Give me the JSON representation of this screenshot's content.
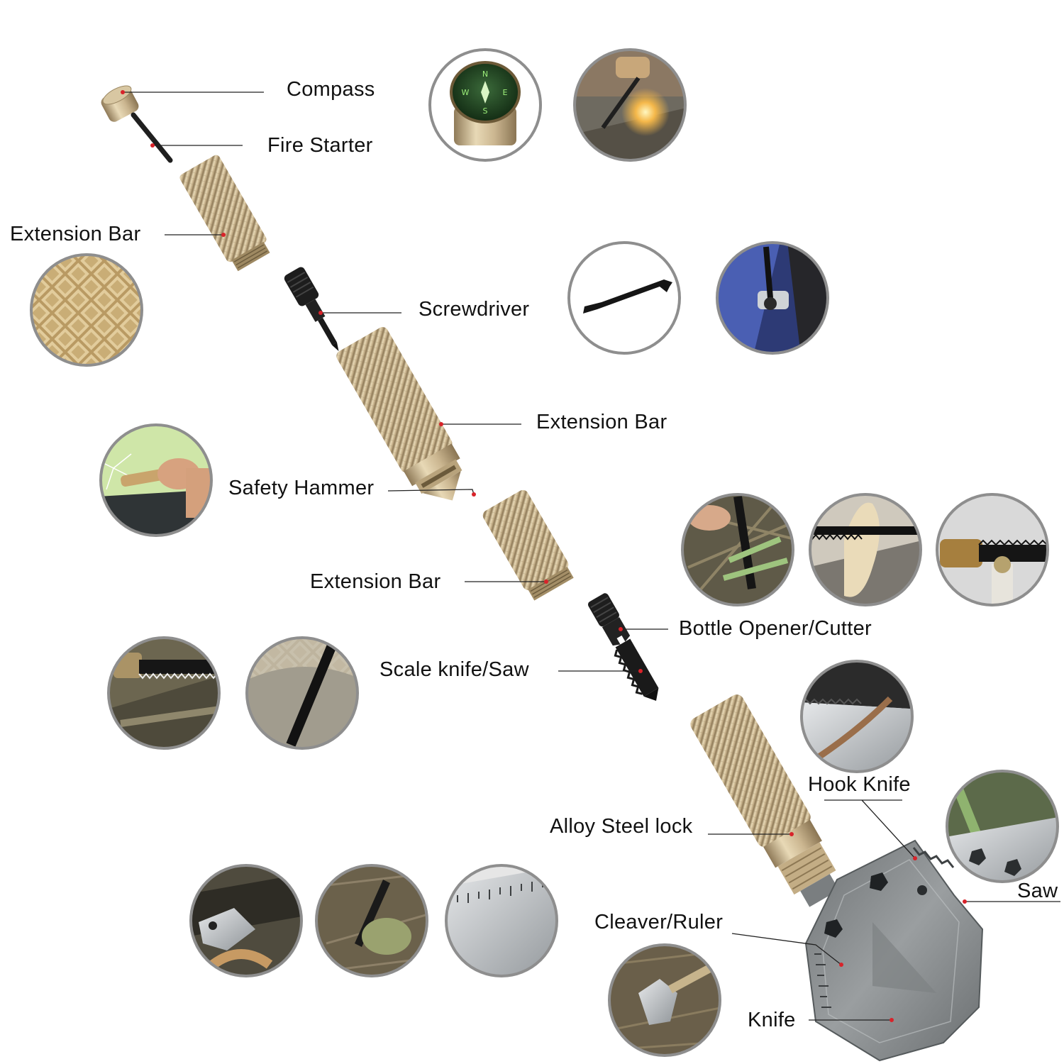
{
  "labels": {
    "compass": "Compass",
    "fire_starter": "Fire Starter",
    "extension_bar_1": "Extension Bar",
    "screwdriver": "Screwdriver",
    "extension_bar_2": "Extension Bar",
    "safety_hammer": "Safety Hammer",
    "extension_bar_3": "Extension Bar",
    "bottle_opener": "Bottle Opener/Cutter",
    "scale_knife_saw": "Scale knife/Saw",
    "hook_knife": "Hook Knife",
    "alloy_steel_lock": "Alloy Steel lock",
    "saw": "Saw",
    "cleaver_ruler": "Cleaver/Ruler",
    "knife": "Knife"
  },
  "colors": {
    "anodized_gold": "#c8b48c",
    "steel_blade": "#8a8e90",
    "black_tool": "#1c1c1c",
    "leader_dot": "#d8232a",
    "photo_ring": "#8e8e8e"
  },
  "photos": [
    "compass-closeup",
    "fire-starter-spark",
    "knurled-grip-texture",
    "screwdriver-bit",
    "screwdriver-in-use",
    "safety-hammer-glass",
    "saw-cutting-sticks",
    "sawing-wood",
    "opening-bottle",
    "saw-on-branch",
    "scaling-fish",
    "hook-knife-cutting-rope",
    "saw-edge-on-tree",
    "shovel-cleaver",
    "knife-in-ground",
    "ruler-edge",
    "digging-with-shovel"
  ]
}
